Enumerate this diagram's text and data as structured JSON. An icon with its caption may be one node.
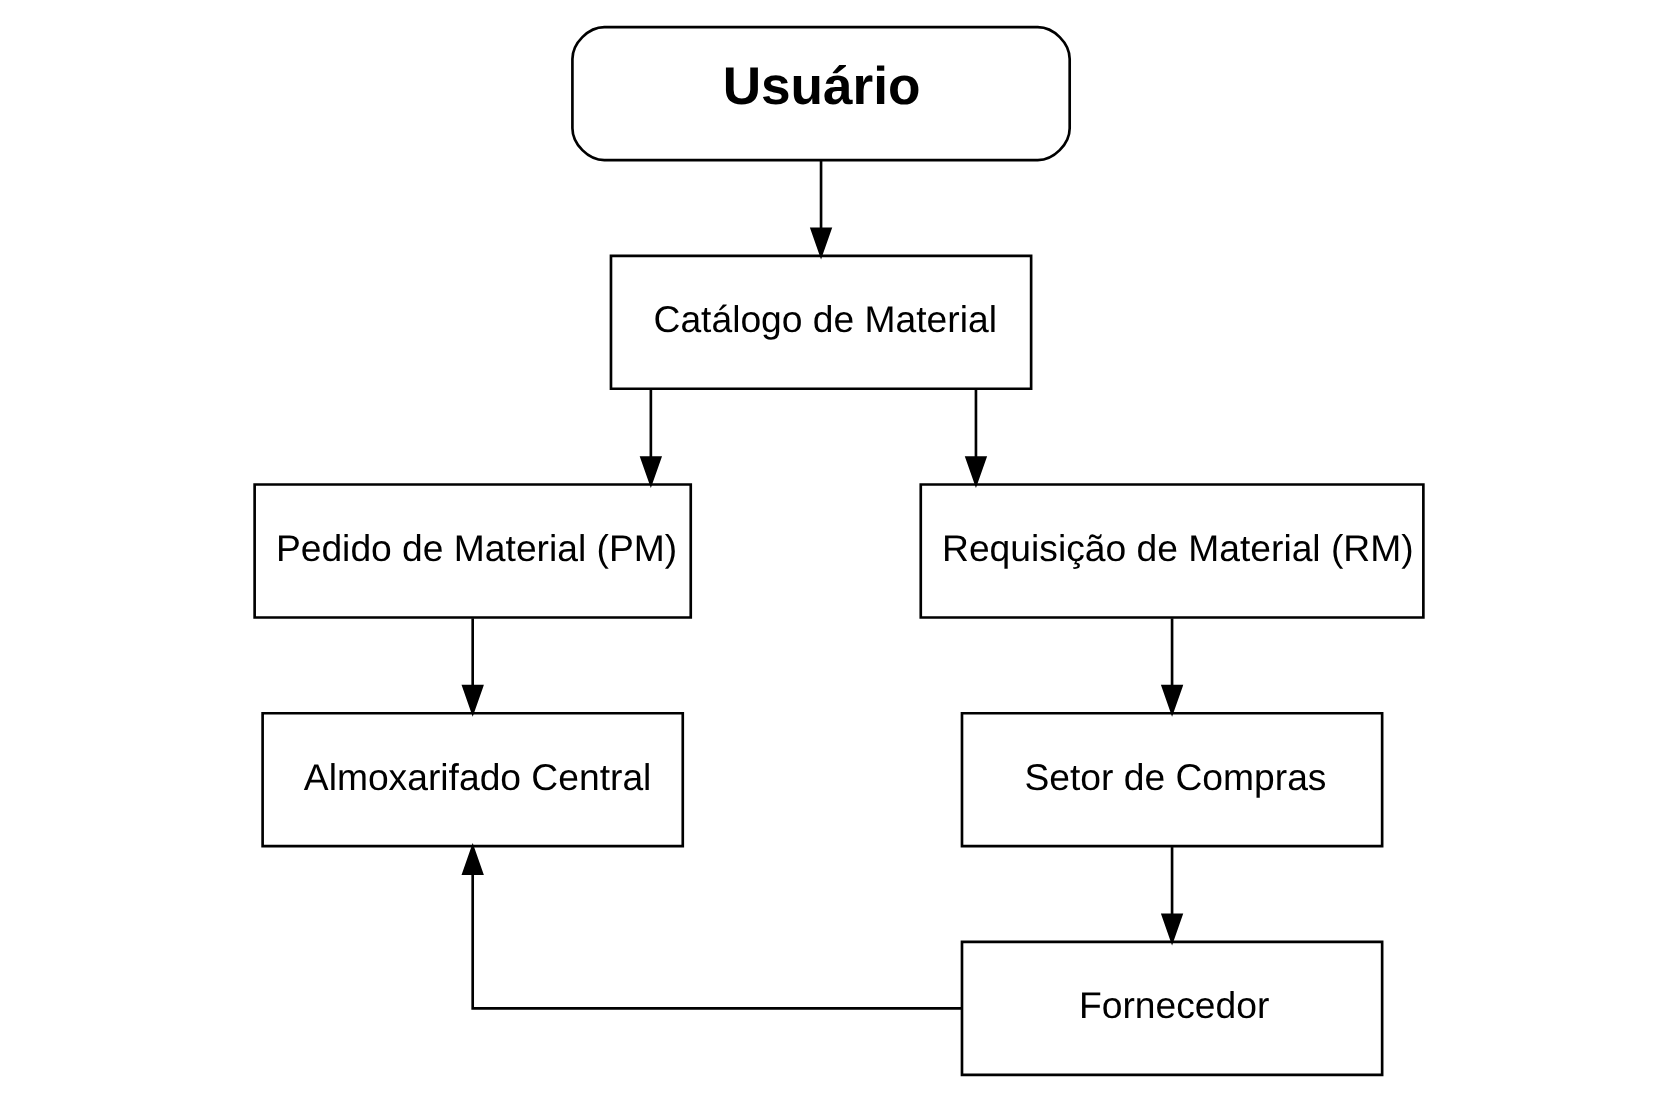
{
  "diagram": {
    "nodes": [
      {
        "text": [
          "Usuário"
        ]
      },
      {
        "text": [
          "Catálogo de Material"
        ]
      },
      {
        "text": [
          "Pedido de Material (PM)"
        ]
      },
      {
        "text": [
          "Requisição de Material (RM)"
        ]
      },
      {
        "text": [
          "Almoxarifado Central"
        ]
      },
      {
        "text": [
          "Setor de Compras"
        ]
      },
      {
        "text": [
          "Fornecedor"
        ]
      }
    ],
    "edges": [
      {
        "from": 0,
        "to": 1,
        "arrow": "to"
      },
      {
        "from": 1,
        "to": 2,
        "arrow": "to"
      },
      {
        "from": 1,
        "to": 3,
        "arrow": "to"
      },
      {
        "from": 2,
        "to": 4,
        "arrow": "to"
      },
      {
        "from": 3,
        "to": 5,
        "arrow": "to"
      },
      {
        "from": 5,
        "to": 6,
        "arrow": "to"
      },
      {
        "from": 6,
        "to": 4,
        "arrow": "to"
      }
    ]
  }
}
